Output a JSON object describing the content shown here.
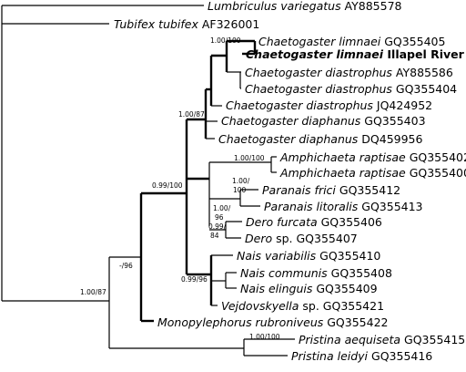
{
  "taxa": {
    "lumbriculus": {
      "genus": "Lumbriculus variegatus",
      "rest": " AY885578"
    },
    "tubifex": {
      "genus": "Tubifex tubifex",
      "rest": " AF326001"
    },
    "limnaei1": {
      "genus": "Chaetogaster limnaei",
      "rest": " GQ355405"
    },
    "limnaei2": {
      "genus": "Chaetogaster limnaei",
      "rest": " Illapel River"
    },
    "diastrophus1": {
      "genus": "Chaetogaster diastrophus",
      "rest": " AY885586"
    },
    "diastrophus2": {
      "genus": "Chaetogaster diastrophus",
      "rest": " GQ355404"
    },
    "diastrophus3": {
      "genus": "Chaetogaster diastrophus",
      "rest": " JQ424952"
    },
    "diaphanus1": {
      "genus": "Chaetogaster diaphanus",
      "rest": " GQ355403"
    },
    "diaphanus2": {
      "genus": "Chaetogaster diaphanus",
      "rest": " DQ459956"
    },
    "raptisae1": {
      "genus": "Amphichaeta raptisae",
      "rest": " GQ355402"
    },
    "raptisae2": {
      "genus": "Amphichaeta raptisae",
      "rest": " GQ355400"
    },
    "frici": {
      "genus": "Paranais frici",
      "rest": " GQ355412"
    },
    "litoralis": {
      "genus": "Paranais litoralis",
      "rest": " GQ355413"
    },
    "furcata": {
      "genus": "Dero furcata",
      "rest": " GQ355406"
    },
    "derosp": {
      "genus": "Dero",
      "rest": " sp. GQ355407"
    },
    "variabilis": {
      "genus": "Nais variabilis",
      "rest": " GQ355410"
    },
    "communis": {
      "genus": "Nais communis",
      "rest": " GQ355408"
    },
    "elinguis": {
      "genus": "Nais elinguis",
      "rest": " GQ355409"
    },
    "vejdovskyella": {
      "genus": "Vejdovskyella",
      "rest": " sp. GQ355421"
    },
    "monopylephorus": {
      "genus": "Monopylephorus rubroniveus",
      "rest": " GQ355422"
    },
    "aequiseta": {
      "genus": "Pristina aequiseta",
      "rest": " GQ355415"
    },
    "leidyi": {
      "genus": "Pristina leidyi",
      "rest": " GQ355416"
    }
  },
  "support": {
    "limnaei": "1.00/100",
    "chaetogaster": "1.00/87",
    "naidinae_core": "0.99/100",
    "paranais_a": "1.00/",
    "paranais_b": "100",
    "amphichaeta": "1.00/100",
    "dero_a": "1.00/",
    "dero_b": "96",
    "dero_c": "0.99/",
    "dero_d": "84",
    "nais": "0.99/96",
    "ingroup": "-/96",
    "root": "1.00/87",
    "pristina": "1.00/100"
  }
}
